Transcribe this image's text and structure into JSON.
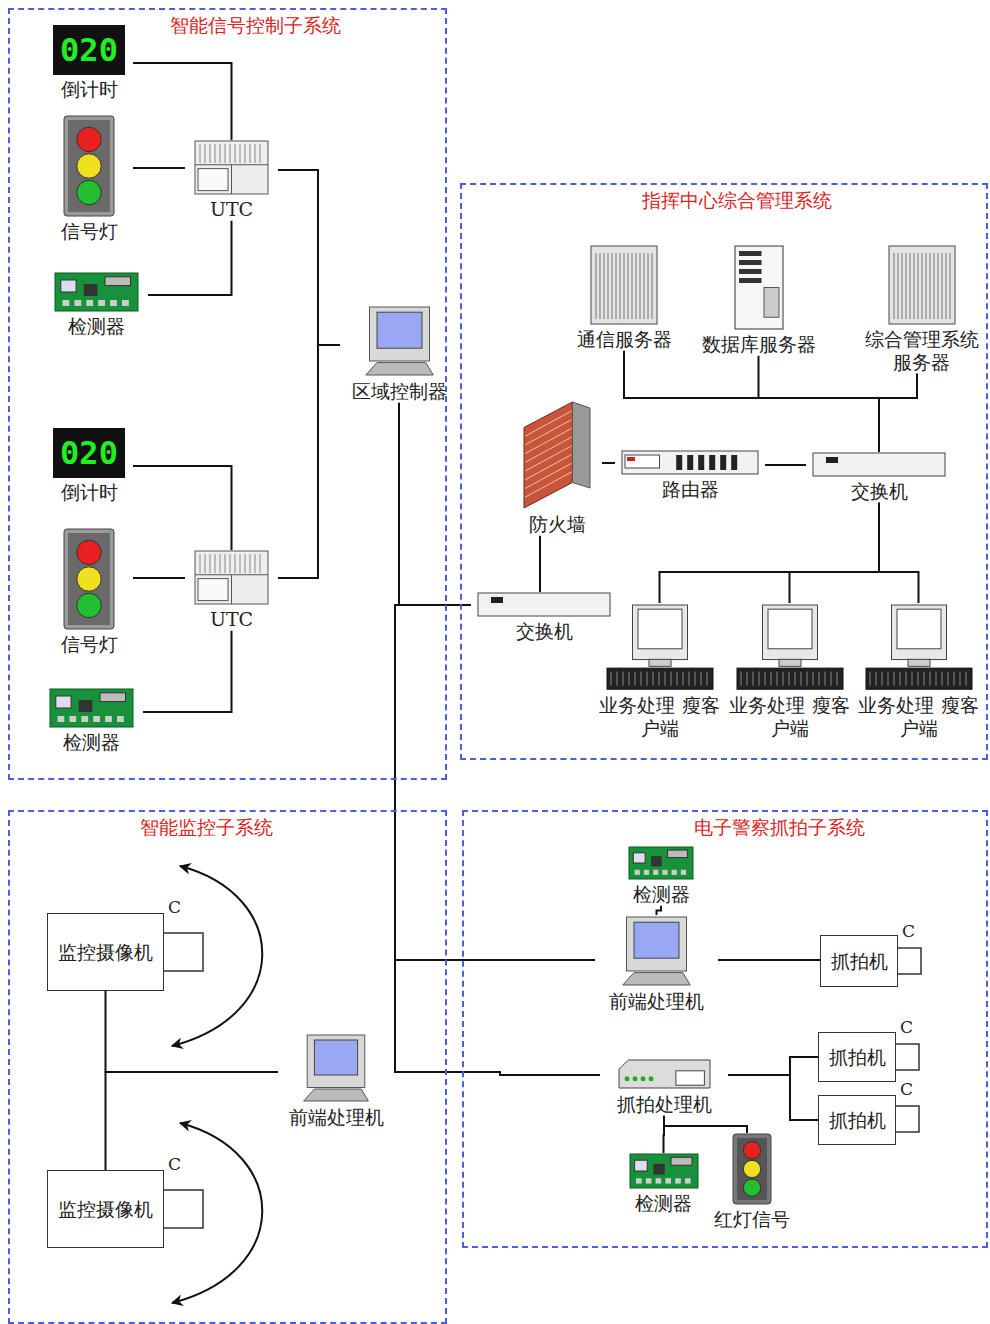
{
  "diagram": {
    "nodes": [
      {
        "text": [
          "智能信号控制子系统"
        ]
      },
      {
        "text": [
          "020",
          "倒计时"
        ],
        "in": 0
      },
      {
        "text": [
          "信号灯"
        ],
        "in": 0
      },
      {
        "text": [
          "UTC"
        ],
        "in": 0
      },
      {
        "text": [
          "检测器"
        ],
        "in": 0
      },
      {
        "text": [
          "区域控制器"
        ],
        "in": 0
      },
      {
        "text": [
          "020",
          "倒计时"
        ],
        "in": 0
      },
      {
        "text": [
          "信号灯"
        ],
        "in": 0
      },
      {
        "text": [
          "UTC"
        ],
        "in": 0
      },
      {
        "text": [
          "检测器"
        ],
        "in": 0
      },
      {
        "text": [
          "指挥中心综合管理系统"
        ]
      },
      {
        "text": [
          "通信服务器"
        ],
        "in": 10
      },
      {
        "text": [
          "数据库服务器"
        ],
        "in": 10
      },
      {
        "text": [
          "综合管理系统 服务器"
        ],
        "in": 10
      },
      {
        "text": [
          "防火墙"
        ],
        "in": 10
      },
      {
        "text": [
          "路由器"
        ],
        "in": 10
      },
      {
        "text": [
          "交换机"
        ],
        "in": 10
      },
      {
        "text": [
          "交换机"
        ],
        "in": 10
      },
      {
        "text": [
          "业务处理 瘦客户端"
        ],
        "in": 10
      },
      {
        "text": [
          "业务处理 瘦客户端"
        ],
        "in": 10
      },
      {
        "text": [
          "业务处理 瘦客户端"
        ],
        "in": 10
      },
      {
        "text": [
          "智能监控子系统"
        ]
      },
      {
        "text": [
          "监控摄像机"
        ],
        "in": 21
      },
      {
        "text": [
          "前端处理机"
        ],
        "in": 21
      },
      {
        "text": [
          "监控摄像机"
        ],
        "in": 21
      },
      {
        "text": [
          "电子警察抓拍子系统"
        ]
      },
      {
        "text": [
          "检测器"
        ],
        "in": 25
      },
      {
        "text": [
          "前端处理机"
        ],
        "in": 25
      },
      {
        "text": [
          "抓拍机"
        ],
        "in": 25
      },
      {
        "text": [
          "抓拍处理机"
        ],
        "in": 25
      },
      {
        "text": [
          "抓拍机"
        ],
        "in": 25
      },
      {
        "text": [
          "抓拍机"
        ],
        "in": 25
      },
      {
        "text": [
          "检测器"
        ],
        "in": 25
      },
      {
        "text": [
          "红灯信号"
        ],
        "in": 25
      }
    ],
    "edges": [
      {
        "from": 1,
        "to": 3,
        "arrow": "none"
      },
      {
        "from": 2,
        "to": 3,
        "arrow": "none"
      },
      {
        "from": 4,
        "to": 3,
        "arrow": "none"
      },
      {
        "from": 3,
        "to": 5,
        "arrow": "none"
      },
      {
        "from": 6,
        "to": 8,
        "arrow": "none"
      },
      {
        "from": 7,
        "to": 8,
        "arrow": "none"
      },
      {
        "from": 9,
        "to": 8,
        "arrow": "none"
      },
      {
        "from": 8,
        "to": 5,
        "arrow": "none"
      },
      {
        "from": 5,
        "to": 17,
        "arrow": "none"
      },
      {
        "from": 17,
        "to": 14,
        "arrow": "none"
      },
      {
        "from": 14,
        "to": 15,
        "arrow": "none"
      },
      {
        "from": 15,
        "to": 16,
        "arrow": "none"
      },
      {
        "from": 11,
        "to": 16,
        "arrow": "none"
      },
      {
        "from": 12,
        "to": 16,
        "arrow": "none"
      },
      {
        "from": 13,
        "to": 16,
        "arrow": "none"
      },
      {
        "from": 16,
        "to": 18,
        "arrow": "none"
      },
      {
        "from": 16,
        "to": 19,
        "arrow": "none"
      },
      {
        "from": 16,
        "to": 20,
        "arrow": "none"
      },
      {
        "from": 22,
        "to": 23,
        "arrow": "none"
      },
      {
        "from": 24,
        "to": 23,
        "arrow": "none"
      },
      {
        "from": 17,
        "to": 23,
        "arrow": "none"
      },
      {
        "from": 27,
        "to": 23,
        "arrow": "none"
      },
      {
        "from": 23,
        "to": 29,
        "arrow": "none"
      },
      {
        "from": 26,
        "to": 27,
        "arrow": "none"
      },
      {
        "from": 27,
        "to": 28,
        "arrow": "none"
      },
      {
        "from": 29,
        "to": 30,
        "arrow": "none"
      },
      {
        "from": 29,
        "to": 31,
        "arrow": "none"
      },
      {
        "from": 29,
        "to": 32,
        "arrow": "none"
      },
      {
        "from": 29,
        "to": 33,
        "arrow": "none"
      }
    ],
    "labels": [
      "C",
      "C",
      "C",
      "C",
      "C"
    ]
  }
}
